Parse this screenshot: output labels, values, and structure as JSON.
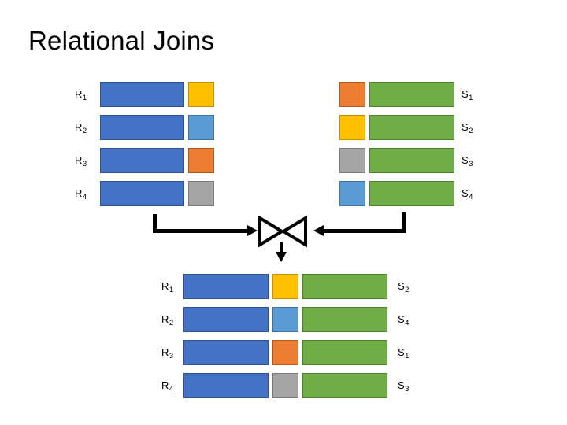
{
  "slide": {
    "title": "Relational Joins",
    "background": "#ffffff"
  },
  "colors": {
    "blue": "#4472C4",
    "green": "#70AD47",
    "yellow": "#FFC000",
    "light_blue": "#5B9BD5",
    "orange": "#ED7D31",
    "gray": "#A5A5A5",
    "ink": "#000000"
  },
  "left_relation": {
    "name": "R",
    "label_side": "left",
    "rows": [
      {
        "label": "R",
        "subscript": "1",
        "tuple_color": "blue",
        "key_color": "yellow"
      },
      {
        "label": "R",
        "subscript": "2",
        "tuple_color": "blue",
        "key_color": "light_blue"
      },
      {
        "label": "R",
        "subscript": "3",
        "tuple_color": "blue",
        "key_color": "orange"
      },
      {
        "label": "R",
        "subscript": "4",
        "tuple_color": "blue",
        "key_color": "gray"
      }
    ]
  },
  "right_relation": {
    "name": "S",
    "label_side": "right",
    "rows": [
      {
        "label": "S",
        "subscript": "1",
        "key_color": "orange",
        "tuple_color": "green"
      },
      {
        "label": "S",
        "subscript": "2",
        "key_color": "yellow",
        "tuple_color": "green"
      },
      {
        "label": "S",
        "subscript": "3",
        "key_color": "gray",
        "tuple_color": "green"
      },
      {
        "label": "S",
        "subscript": "4",
        "key_color": "light_blue",
        "tuple_color": "green"
      }
    ]
  },
  "join_operator": {
    "symbol": "bowtie",
    "glyph": "⋈",
    "inputs": [
      "left_relation",
      "right_relation"
    ],
    "output": "result_relation"
  },
  "result_relation": {
    "rows": [
      {
        "left_label": "R",
        "left_subscript": "1",
        "tuple_color": "blue",
        "key_color": "yellow",
        "right_label": "S",
        "right_subscript": "2"
      },
      {
        "left_label": "R",
        "left_subscript": "2",
        "tuple_color": "blue",
        "key_color": "light_blue",
        "right_label": "S",
        "right_subscript": "4"
      },
      {
        "left_label": "R",
        "left_subscript": "3",
        "tuple_color": "blue",
        "key_color": "orange",
        "right_label": "S",
        "right_subscript": "1"
      },
      {
        "left_label": "R",
        "left_subscript": "4",
        "tuple_color": "blue",
        "key_color": "gray",
        "right_label": "S",
        "right_subscript": "3"
      }
    ]
  }
}
